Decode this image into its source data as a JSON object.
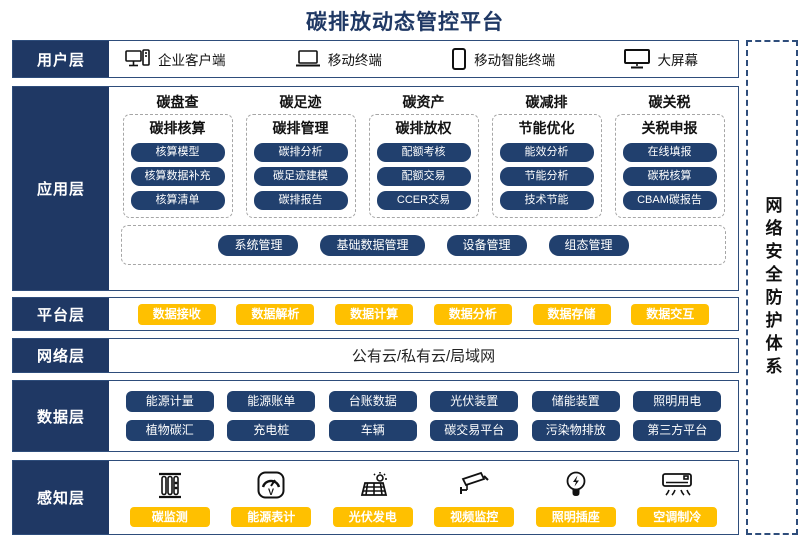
{
  "title": "碳排放动态管控平台",
  "security_sidebar": {
    "label": "网络安全防护体系"
  },
  "colors": {
    "navy": "#1F3864",
    "button_navy": "#21406E",
    "orange": "#FFC000",
    "border": "#2E4D7B",
    "dashed_gray": "#A6A6A6"
  },
  "layers": {
    "user": {
      "label": "用户层",
      "items": [
        {
          "icon": "desktop-pc-icon",
          "label": "企业客户端"
        },
        {
          "icon": "laptop-icon",
          "label": "移动终端"
        },
        {
          "icon": "tablet-icon",
          "label": "移动智能终端"
        },
        {
          "icon": "big-screen-icon",
          "label": "大屏幕"
        }
      ]
    },
    "application": {
      "label": "应用层",
      "columns": [
        {
          "header": "碳盘查",
          "subtitle": "碳排核算",
          "items": [
            "核算模型",
            "核算数据补充",
            "核算清单"
          ]
        },
        {
          "header": "碳足迹",
          "subtitle": "碳排管理",
          "items": [
            "碳排分析",
            "碳足迹建模",
            "碳排报告"
          ]
        },
        {
          "header": "碳资产",
          "subtitle": "碳排放权",
          "items": [
            "配额考核",
            "配额交易",
            "CCER交易"
          ]
        },
        {
          "header": "碳减排",
          "subtitle": "节能优化",
          "items": [
            "能效分析",
            "节能分析",
            "技术节能"
          ]
        },
        {
          "header": "碳关税",
          "subtitle": "关税申报",
          "items": [
            "在线填报",
            "碳税核算",
            "CBAM碳报告"
          ]
        }
      ],
      "common_items": [
        "系统管理",
        "基础数据管理",
        "设备管理",
        "组态管理"
      ]
    },
    "platform": {
      "label": "平台层",
      "items": [
        "数据接收",
        "数据解析",
        "数据计算",
        "数据分析",
        "数据存储",
        "数据交互"
      ]
    },
    "network": {
      "label": "网络层",
      "text": "公有云/私有云/局域网"
    },
    "data": {
      "label": "数据层",
      "rows": [
        [
          "能源计量",
          "能源账单",
          "台账数据",
          "光伏装置",
          "储能装置",
          "照明用电"
        ],
        [
          "植物碳汇",
          "充电桩",
          "车辆",
          "碳交易平台",
          "污染物排放",
          "第三方平台"
        ]
      ]
    },
    "perception": {
      "label": "感知层",
      "items": [
        {
          "icon": "carbon-monitor-icon",
          "label": "碳监测"
        },
        {
          "icon": "energy-meter-icon",
          "label": "能源表计"
        },
        {
          "icon": "solar-power-icon",
          "label": "光伏发电"
        },
        {
          "icon": "cctv-camera-icon",
          "label": "视频监控"
        },
        {
          "icon": "light-socket-icon",
          "label": "照明插座"
        },
        {
          "icon": "air-conditioner-icon",
          "label": "空调制冷"
        }
      ]
    }
  }
}
